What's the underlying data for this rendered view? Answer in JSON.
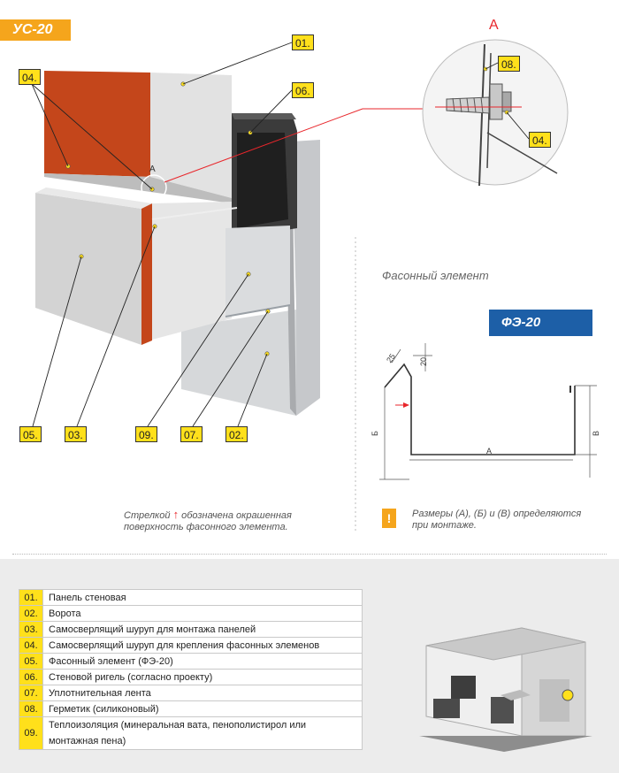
{
  "badge": "УС-20",
  "detail_letter": "А",
  "callouts": [
    "01.",
    "04.",
    "06.",
    "05.",
    "03.",
    "09.",
    "07.",
    "02.",
    "08.",
    "04."
  ],
  "profile": {
    "title": "Фасонный элемент",
    "badge": "ФЭ-20",
    "dims": {
      "d25": "25",
      "d20": "20",
      "a": "А",
      "b": "Б",
      "v": "В"
    }
  },
  "notes": {
    "arrow_text_1": "Стрелкой",
    "arrow_text_2": "обозначена окрашенная",
    "arrow_text_3": "поверхность фасонного элемента.",
    "warning_icon": "!",
    "size_text_1": "Размеры (А), (Б) и (В) определяются",
    "size_text_2": "при монтаже."
  },
  "legend": [
    {
      "num": "01.",
      "label": "Панель стеновая"
    },
    {
      "num": "02.",
      "label": "Ворота"
    },
    {
      "num": "03.",
      "label": "Самосверлящий шуруп для монтажа панелей"
    },
    {
      "num": "04.",
      "label": "Самосверлящий шуруп для крепления фасонных элеменов"
    },
    {
      "num": "05.",
      "label": "Фасонный элемент (ФЭ-20)"
    },
    {
      "num": "06.",
      "label": "Стеновой ригель (согласно проекту)"
    },
    {
      "num": "07.",
      "label": "Уплотнительная лента"
    },
    {
      "num": "08.",
      "label": "Герметик (силиконовый)"
    },
    {
      "num": "09.",
      "label": "Теплоизоляция (минеральная вата, пенополистирол или монтажная пена)"
    }
  ],
  "colors": {
    "accent": "#f5a51c",
    "callout": "#ffe01b",
    "blue": "#1d5fa7",
    "red": "#e8262b"
  }
}
